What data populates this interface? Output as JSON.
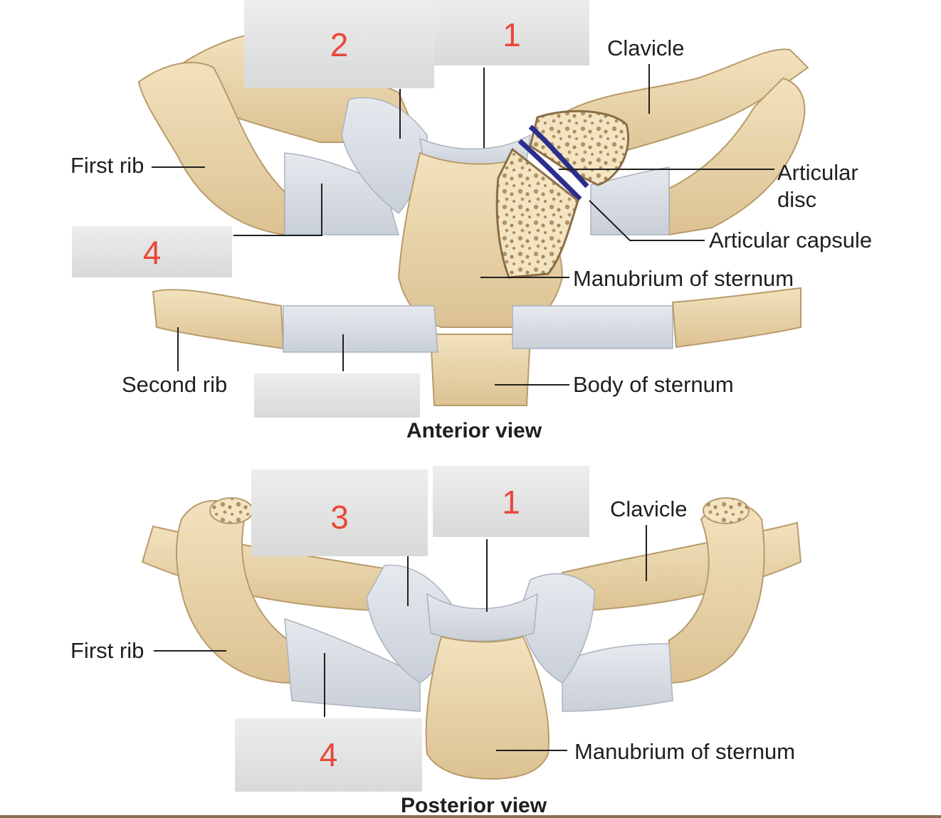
{
  "labels": {
    "top_clavicle": "Clavicle",
    "top_first_rib": "First rib",
    "articular_disc": "Articular\ndisc",
    "articular_capsule": "Articular capsule",
    "top_manubrium": "Manubrium of sternum",
    "second_rib": "Second rib",
    "body_of_sternum": "Body of sternum",
    "bottom_clavicle": "Clavicle",
    "bottom_first_rib": "First rib",
    "bottom_manubrium": "Manubrium of sternum"
  },
  "views": {
    "anterior": "Anterior view",
    "posterior": "Posterior view"
  },
  "blanks": {
    "top_1": "1",
    "top_2": "2",
    "top_4": "4",
    "top_unlabeled": "",
    "bottom_1": "1",
    "bottom_3": "3",
    "bottom_4": "4"
  },
  "colors": {
    "bone": "#ecd9ae",
    "bone_shadow": "#c9ad7a",
    "ligament": "#d9dee5",
    "disc": "#2b2e8c",
    "number": "#e8473a"
  }
}
